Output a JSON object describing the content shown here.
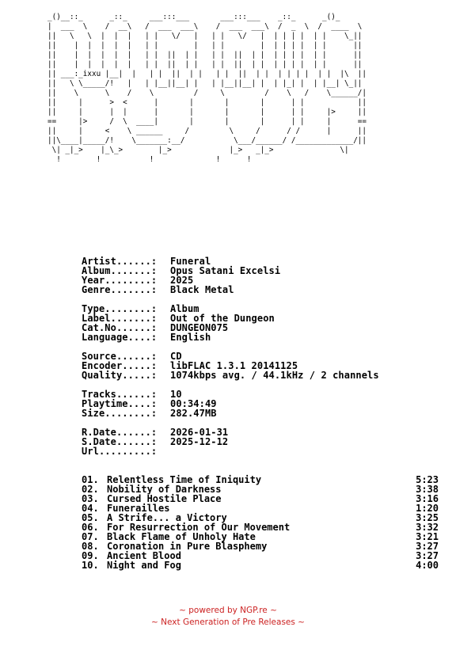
{
  "ascii_art": "_()__::_      _::_     ___:::___       ___:::___    _::_      _()_\n|  ___  \\    /  __\\   /  ___  ___\\    /  ___  ___\\  /  _  \\  /  ____  \\\n||   \\   \\  |  |  |   | |   \\/   |   | |   \\/   |  | | | |  | |    \\_||\n||    |  |  |  |  |   | |        |   | |        |  | | | |  | |      ||\n||    |  |  |  |  |   | |  ||  | |   | |  ||  | |  | | | |  | |      ||\n||    |  |  |  |  |   | |  ||  | |   | |  ||  | |  | | | |  | |      ||\n|| ___:_ixxu |__|  |   | |  ||  | |   | |  ||  | |  | | | |  | |  |\\  ||\n||   \\ \\_____/!   |   | |__||__| |   | |__||__| |  | |_| |  | |__| \\_||\n||    \\      \\    /    \\         /     \\         /    \\   /    \\______/|\n||     |      >  <      |       |       |       |      | |            ||\n||     |      |  |      |       |       |       |      | |     |>     ||\n==     |>     /  \\  ____|       |       |       |      | |     |      ==\n||     |     <    \\ ______     /         \\     /      / /      |      ||\n||\\____|_____/!    \\_______:__/           \\___/______/ /_____________/||\n \\| _|_>    |_\\_>        |_>             |_>   _|_>               \\| \n  !        !           !              !      !",
  "info": {
    "rows": [
      {
        "key": "Artist......:",
        "val": "Funeral"
      },
      {
        "key": "Album.......:",
        "val": "Opus Satani Excelsi"
      },
      {
        "key": "Year........:",
        "val": "2025"
      },
      {
        "key": "Genre.......:",
        "val": "Black Metal"
      },
      null,
      {
        "key": "Type........:",
        "val": "Album"
      },
      {
        "key": "Label.......:",
        "val": "Out of the Dungeon"
      },
      {
        "key": "Cat.No......:",
        "val": "DUNGEON075"
      },
      {
        "key": "Language....:",
        "val": "English"
      },
      null,
      {
        "key": "Source......:",
        "val": "CD"
      },
      {
        "key": "Encoder.....:",
        "val": "libFLAC 1.3.1 20141125"
      },
      {
        "key": "Quality.....:",
        "val": "1074kbps avg. / 44.1kHz / 2 channels"
      },
      null,
      {
        "key": "Tracks......:",
        "val": "10"
      },
      {
        "key": "Playtime....:",
        "val": "00:34:49"
      },
      {
        "key": "Size........:",
        "val": "282.47MB"
      },
      null,
      {
        "key": "R.Date......:",
        "val": "2026-01-31"
      },
      {
        "key": "S.Date......:",
        "val": "2025-12-12"
      },
      {
        "key": "Url.........:",
        "val": ""
      }
    ]
  },
  "tracks": [
    {
      "num": "01.",
      "title": "Relentless Time of Iniquity",
      "dur": "5:23"
    },
    {
      "num": "02.",
      "title": "Nobility of Darkness",
      "dur": "3:38"
    },
    {
      "num": "03.",
      "title": "Cursed Hostile Place",
      "dur": "3:16"
    },
    {
      "num": "04.",
      "title": "Funerailles",
      "dur": "1:20"
    },
    {
      "num": "05.",
      "title": "A Strife... a Victory",
      "dur": "3:25"
    },
    {
      "num": "06.",
      "title": "For Resurrection of Our Movement",
      "dur": "3:32"
    },
    {
      "num": "07.",
      "title": "Black Flame of Unholy Hate",
      "dur": "3:21"
    },
    {
      "num": "08.",
      "title": "Coronation in Pure Blasphemy",
      "dur": "3:27"
    },
    {
      "num": "09.",
      "title": "Ancient Blood",
      "dur": "3:27"
    },
    {
      "num": "10.",
      "title": "Night and Fog",
      "dur": "4:00"
    }
  ],
  "footer": {
    "line1": "~ powered by NGP.re ~",
    "line2": "~ Next Generation of Pre Releases ~",
    "color": "#cc2222"
  }
}
